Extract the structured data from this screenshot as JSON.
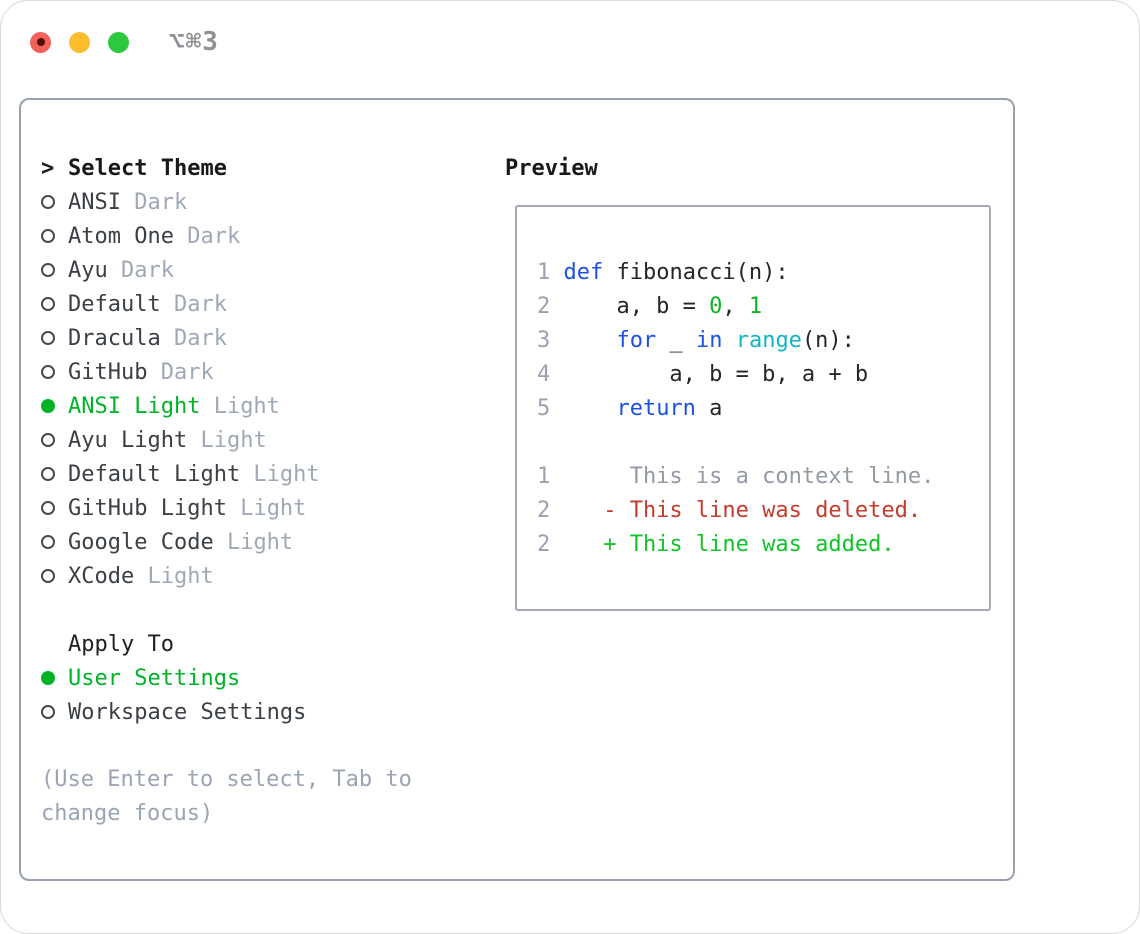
{
  "window": {
    "title": "⌥⌘3",
    "traffic_lights": [
      {
        "name": "close",
        "color": "#f4605a",
        "has_dot": true,
        "dot_color": "#4e0d04"
      },
      {
        "name": "minimize",
        "color": "#fcbd2f",
        "has_dot": false
      },
      {
        "name": "zoom",
        "color": "#2bc840",
        "has_dot": false
      }
    ]
  },
  "colors": {
    "fg": "#23262a",
    "bold_fg": "#17191c",
    "list_fg": "#3b4046",
    "muted": "#929aa5",
    "suffix": "#9fa9b5",
    "gutter": "#99a2ae",
    "hint": "#9aa4b2",
    "accent_green": "#00b327",
    "blue": "#1c51e3",
    "cyan": "#12b3c7",
    "green": "#0db323",
    "green_diff": "#10c428",
    "red": "#c53b2c",
    "panel_border": "#98a2ad",
    "preview_border": "#a3aab4"
  },
  "theme_panel": {
    "header": {
      "prompt": ">",
      "label": "Select Theme"
    },
    "themes": [
      {
        "name": "ANSI",
        "variant": "Dark",
        "selected": false
      },
      {
        "name": "Atom One",
        "variant": "Dark",
        "selected": false
      },
      {
        "name": "Ayu",
        "variant": "Dark",
        "selected": false
      },
      {
        "name": "Default",
        "variant": "Dark",
        "selected": false
      },
      {
        "name": "Dracula",
        "variant": "Dark",
        "selected": false
      },
      {
        "name": "GitHub",
        "variant": "Dark",
        "selected": false
      },
      {
        "name": "ANSI Light",
        "variant": "Light",
        "selected": true
      },
      {
        "name": "Ayu Light",
        "variant": "Light",
        "selected": false
      },
      {
        "name": "Default Light",
        "variant": "Light",
        "selected": false
      },
      {
        "name": "GitHub Light",
        "variant": "Light",
        "selected": false
      },
      {
        "name": "Google Code",
        "variant": "Light",
        "selected": false
      },
      {
        "name": "XCode",
        "variant": "Light",
        "selected": false
      }
    ],
    "apply_to": {
      "label": "Apply To",
      "options": [
        {
          "name": "User Settings",
          "selected": true
        },
        {
          "name": "Workspace Settings",
          "selected": false
        }
      ]
    },
    "hint_lines": [
      "(Use Enter to select, Tab to",
      "change focus)"
    ]
  },
  "preview": {
    "label": "Preview",
    "code_lines": [
      {
        "num": "1",
        "segments": [
          {
            "t": "def",
            "c": "blue"
          },
          {
            "t": " fibonacci(n):",
            "c": "fg"
          }
        ]
      },
      {
        "num": "2",
        "segments": [
          {
            "t": "    a, b = ",
            "c": "fg"
          },
          {
            "t": "0",
            "c": "green"
          },
          {
            "t": ", ",
            "c": "fg"
          },
          {
            "t": "1",
            "c": "green"
          }
        ]
      },
      {
        "num": "3",
        "segments": [
          {
            "t": "    ",
            "c": "fg"
          },
          {
            "t": "for",
            "c": "blue"
          },
          {
            "t": " _ ",
            "c": "fg"
          },
          {
            "t": "in",
            "c": "blue"
          },
          {
            "t": " ",
            "c": "fg"
          },
          {
            "t": "range",
            "c": "cyan"
          },
          {
            "t": "(n):",
            "c": "fg"
          }
        ]
      },
      {
        "num": "4",
        "segments": [
          {
            "t": "        a, b = b, a + b",
            "c": "fg"
          }
        ]
      },
      {
        "num": "5",
        "segments": [
          {
            "t": "    ",
            "c": "fg"
          },
          {
            "t": "return",
            "c": "blue"
          },
          {
            "t": " a",
            "c": "fg"
          }
        ]
      },
      {
        "num": "",
        "segments": []
      },
      {
        "num": "1",
        "segments": [
          {
            "t": "     This is a context line.",
            "c": "muted"
          }
        ]
      },
      {
        "num": "2",
        "segments": [
          {
            "t": "   - This line was deleted.",
            "c": "red"
          }
        ]
      },
      {
        "num": "2",
        "segments": [
          {
            "t": "   + This line was added.",
            "c": "green_diff"
          }
        ]
      }
    ]
  }
}
